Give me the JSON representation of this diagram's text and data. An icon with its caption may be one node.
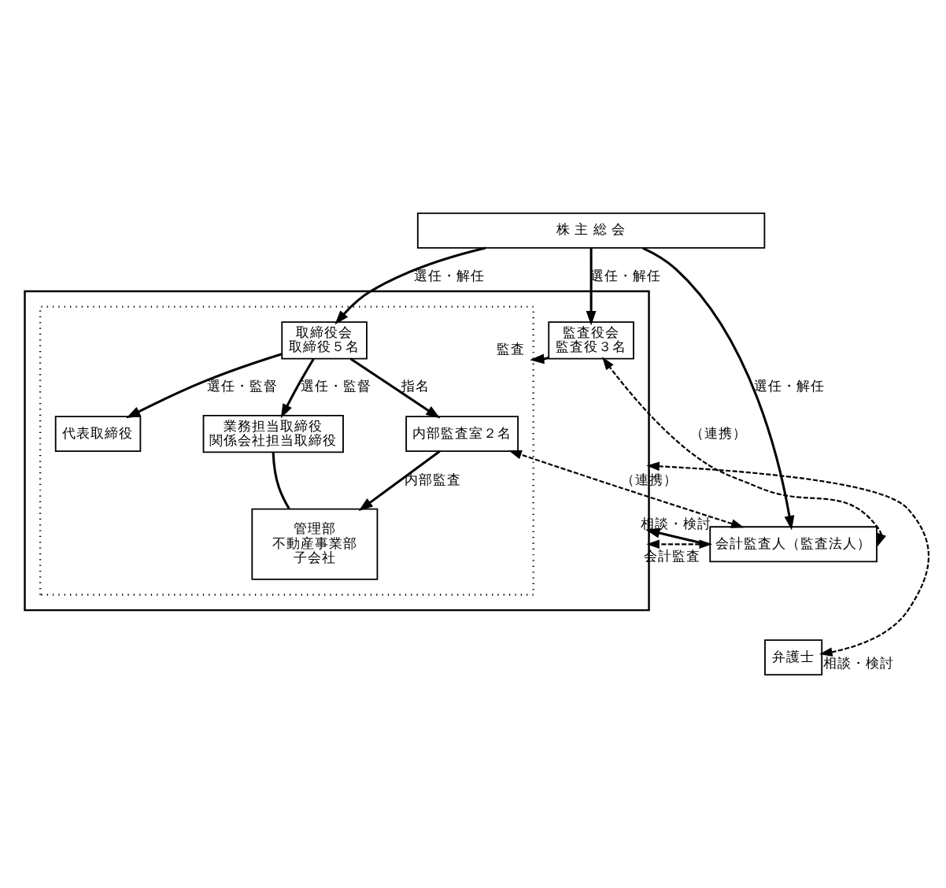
{
  "diagram": {
    "nodes": [
      {
        "text": [
          "株 主 総 会"
        ]
      },
      {
        "text": [],
        "shape": "box"
      },
      {
        "text": [],
        "shape": "box",
        "in": 1
      },
      {
        "text": [
          "取締役会",
          "取締役５名"
        ],
        "in": 2
      },
      {
        "text": [
          "代表取締役"
        ],
        "in": 2
      },
      {
        "text": [
          "業務担当取締役",
          "関係会社担当取締役"
        ],
        "in": 2
      },
      {
        "text": [
          "内部監査室２名"
        ],
        "in": 2
      },
      {
        "text": [
          "管理部",
          "不動産事業部",
          "子会社"
        ],
        "in": 2
      },
      {
        "text": [
          "監査役会",
          "監査役３名"
        ],
        "in": 1
      },
      {
        "text": [
          "会計監査人（監査法人）"
        ]
      },
      {
        "text": [
          "弁護士"
        ]
      }
    ],
    "edges": [
      {
        "from": 0,
        "to": 3,
        "arrow": "to",
        "label": "選任・解任"
      },
      {
        "from": 0,
        "to": 8,
        "arrow": "to",
        "label": "選任・解任"
      },
      {
        "from": 0,
        "to": 9,
        "arrow": "to",
        "label": "選任・解任"
      },
      {
        "from": 3,
        "to": 4,
        "arrow": "to",
        "label": "選任・監督"
      },
      {
        "from": 3,
        "to": 5,
        "arrow": "to",
        "label": "選任・監督"
      },
      {
        "from": 3,
        "to": 6,
        "arrow": "to",
        "label": "指名"
      },
      {
        "from": 6,
        "to": 7,
        "arrow": "to",
        "label": "内部監査"
      },
      {
        "from": 5,
        "to": 7,
        "arrow": "none"
      },
      {
        "from": 8,
        "to": 2,
        "arrow": "to",
        "label": "監査"
      },
      {
        "from": 9,
        "to": 1,
        "arrow": "to",
        "label": "会計監査"
      },
      {
        "from": 9,
        "to": 1,
        "arrow": "both",
        "label": "相談・検討",
        "style": "dashed"
      },
      {
        "from": 10,
        "to": 1,
        "arrow": "both",
        "label": "相談・検討",
        "style": "dashed"
      },
      {
        "from": 9,
        "to": 8,
        "arrow": "both",
        "label": "（連携）",
        "style": "dashed"
      },
      {
        "from": 9,
        "to": 6,
        "arrow": "both",
        "label": "（連携）",
        "style": "dashed"
      }
    ]
  }
}
